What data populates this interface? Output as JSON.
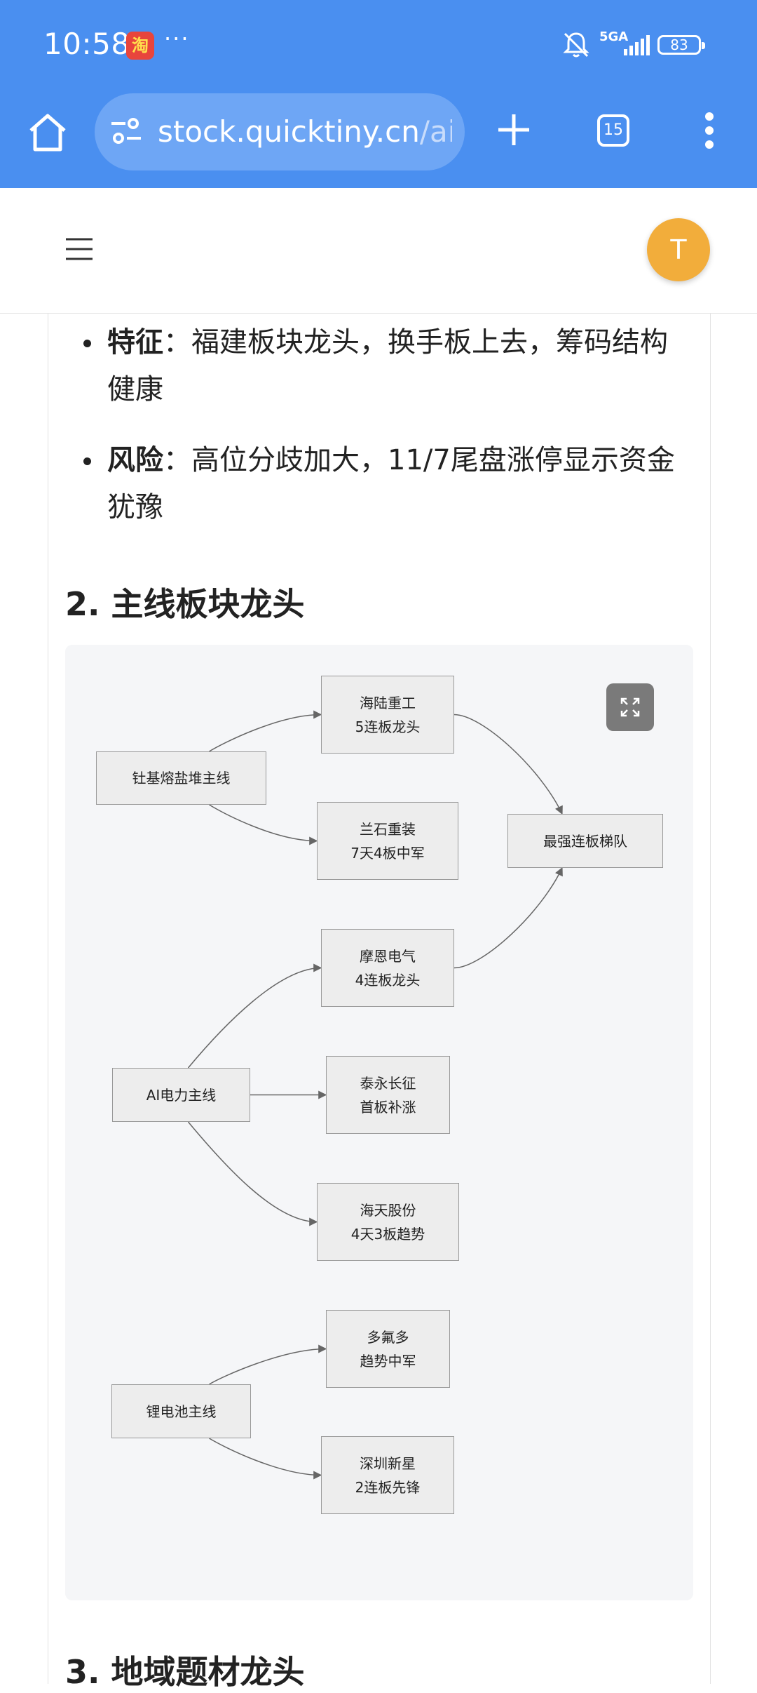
{
  "status_bar": {
    "time": "10:58",
    "notification_icon": "taobao-app-icon",
    "more": "···",
    "network": "5GA",
    "battery": "83"
  },
  "browser": {
    "url_host": "stock.quicktiny.cn",
    "url_path": "/ai",
    "tab_count": "15"
  },
  "header": {
    "avatar_letter": "T"
  },
  "content": {
    "bullets": [
      {
        "label": "特征",
        "sep": "：",
        "text": "福建板块龙头，换手板上去，筹码结构健康"
      },
      {
        "label": "风险",
        "sep": "：",
        "text": "高位分歧加大，11/7尾盘涨停显示资金犹豫"
      }
    ],
    "section2_title": "2. 主线板块龙头",
    "section3_title": "3. 地域题材龙头"
  },
  "diagram": {
    "nodes": {
      "ti": {
        "line1": "钍基熔盐堆主线",
        "line2": ""
      },
      "haishu": {
        "line1": "海陆重工",
        "line2": "5连板龙头"
      },
      "lanshi": {
        "line1": "兰石重装",
        "line2": "7天4板中军"
      },
      "strongest": {
        "line1": "最强连板梯队",
        "line2": ""
      },
      "moen": {
        "line1": "摩恩电气",
        "line2": "4连板龙头"
      },
      "ai": {
        "line1": "AI电力主线",
        "line2": ""
      },
      "taiyong": {
        "line1": "泰永长征",
        "line2": "首板补涨"
      },
      "haitian": {
        "line1": "海天股份",
        "line2": "4天3板趋势"
      },
      "duofuduo": {
        "line1": "多氟多",
        "line2": "趋势中军"
      },
      "lithium": {
        "line1": "锂电池主线",
        "line2": ""
      },
      "shenzhen": {
        "line1": "深圳新星",
        "line2": "2连板先锋"
      }
    },
    "edges": [
      [
        "ti",
        "haishu"
      ],
      [
        "ti",
        "lanshi"
      ],
      [
        "haishu",
        "strongest"
      ],
      [
        "moen",
        "strongest"
      ],
      [
        "ai",
        "moen"
      ],
      [
        "ai",
        "taiyong"
      ],
      [
        "ai",
        "haitian"
      ],
      [
        "lithium",
        "duofuduo"
      ],
      [
        "lithium",
        "shenzhen"
      ]
    ]
  }
}
